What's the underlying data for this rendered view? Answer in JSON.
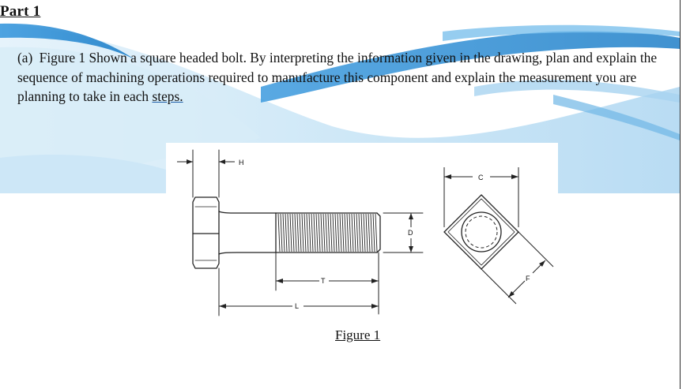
{
  "part_title": "Part 1",
  "question": {
    "label": "(a)",
    "text_main": "Figure 1 Shown a square headed bolt. By interpreting the information given in the drawing, plan and explain the sequence of machining operations required to manufacture this component and explain the measurement you are planning to take in each",
    "text_tail": "steps."
  },
  "figure": {
    "caption": "Figure 1",
    "dimension_labels": {
      "head_height": "H",
      "thread_length": "T",
      "overall_length": "L",
      "diameter": "D",
      "width_flats": "C",
      "width_corners": "F"
    }
  },
  "colors": {
    "wave_dark": "#2f8fd4",
    "wave_light": "#bfe0f5",
    "text": "#111111",
    "drawing_line": "#222222"
  }
}
